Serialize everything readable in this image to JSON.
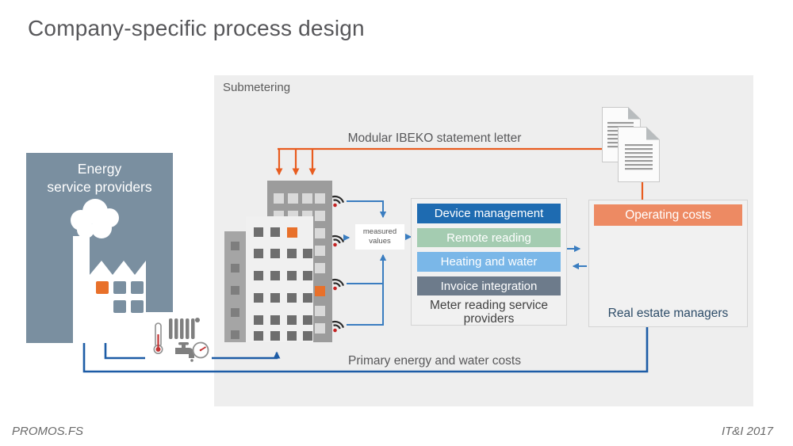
{
  "title": "Company-specific process design",
  "panel": {
    "label": "Submetering"
  },
  "energy_providers": {
    "label": "Energy\nservice providers"
  },
  "flows": {
    "ibeko_label": "Modular IBEKO statement letter",
    "primary_label": "Primary energy and water costs",
    "measured_values": "measured\nvalues"
  },
  "meter_reading": {
    "services": [
      {
        "label": "Device management",
        "color": "#1e6bb1"
      },
      {
        "label": "Remote reading",
        "color": "#a4ccb1"
      },
      {
        "label": "Heating and water",
        "color": "#7ab7e8"
      },
      {
        "label": "Invoice integration",
        "color": "#6d7b8b"
      }
    ],
    "label": "Meter reading service providers"
  },
  "real_estate": {
    "operating_costs": {
      "label": "Operating costs",
      "color": "#ed8a63"
    },
    "label": "Real estate managers"
  },
  "footer": {
    "left": "PROMOS.FS",
    "right": "IT&I 2017"
  },
  "icons": {
    "factory": "factory-icon",
    "heat_meter": "heating-water-meter-icon",
    "buildings": "apartment-buildings-icon",
    "radio": "radio-signal-icon",
    "documents": "statement-documents-icon"
  },
  "palette": {
    "accent_orange": "#e85c1f",
    "operating_costs_orange": "#ed8a63",
    "connector_blue": "#3a7dc0",
    "flow_dark_blue": "#1d5ca6",
    "provider_slate": "#7a8fa0",
    "panel_gray": "#eeeeee"
  }
}
